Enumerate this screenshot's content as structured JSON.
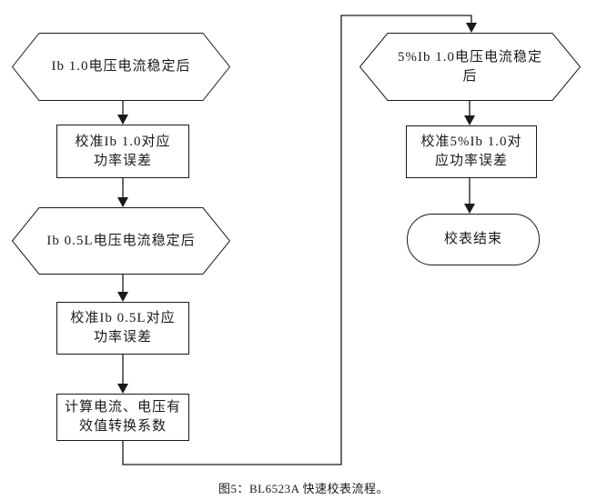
{
  "figure": {
    "caption": "图5：BL6523A 快速校表流程。"
  },
  "flowchart": {
    "colors": {
      "line": "#1a1a1a",
      "fill": "#ffffff",
      "text": "#1a1a1a",
      "background": "#ffffff"
    },
    "nodes": {
      "hex_ib10": {
        "type": "preparation-hexagon",
        "label": "Ib 1.0电压电流稳定后"
      },
      "rect_cal_ib10": {
        "type": "process",
        "label": "校准Ib 1.0对应\n功率误差"
      },
      "hex_ib05l": {
        "type": "preparation-hexagon",
        "label": "Ib 0.5L电压电流稳定后"
      },
      "rect_cal_ib05l": {
        "type": "process",
        "label": "校准Ib 0.5L对应\n功率误差"
      },
      "rect_calc_rms": {
        "type": "process",
        "label": "计算电流、电压有\n效值转换系数"
      },
      "hex_5pct_ib10": {
        "type": "preparation-hexagon",
        "label": "5%Ib 1.0电压电流稳定\n后"
      },
      "rect_cal_5pct_ib10": {
        "type": "process",
        "label": "校准5%Ib 1.0对\n应功率误差"
      },
      "term_end": {
        "type": "terminator",
        "label": "校表结束"
      }
    },
    "edges": [
      "hex_ib10 -> rect_cal_ib10",
      "rect_cal_ib10 -> hex_ib05l",
      "hex_ib05l -> rect_cal_ib05l",
      "rect_cal_ib05l -> rect_calc_rms",
      "rect_calc_rms -> hex_5pct_ib10",
      "hex_5pct_ib10 -> rect_cal_5pct_ib10",
      "rect_cal_5pct_ib10 -> term_end"
    ]
  }
}
